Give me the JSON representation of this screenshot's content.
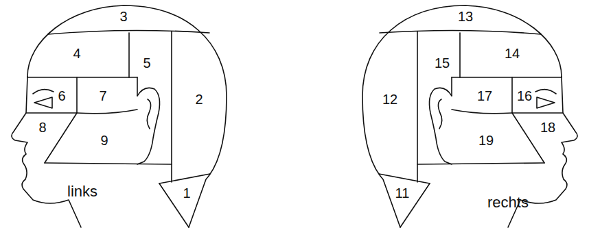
{
  "diagram": {
    "labels": [
      "3",
      "4",
      "5",
      "2",
      "6",
      "7",
      "8",
      "9",
      "1",
      "links",
      "13",
      "15",
      "14",
      "12",
      "17",
      "16",
      "18",
      "19",
      "11",
      "rechts"
    ]
  }
}
